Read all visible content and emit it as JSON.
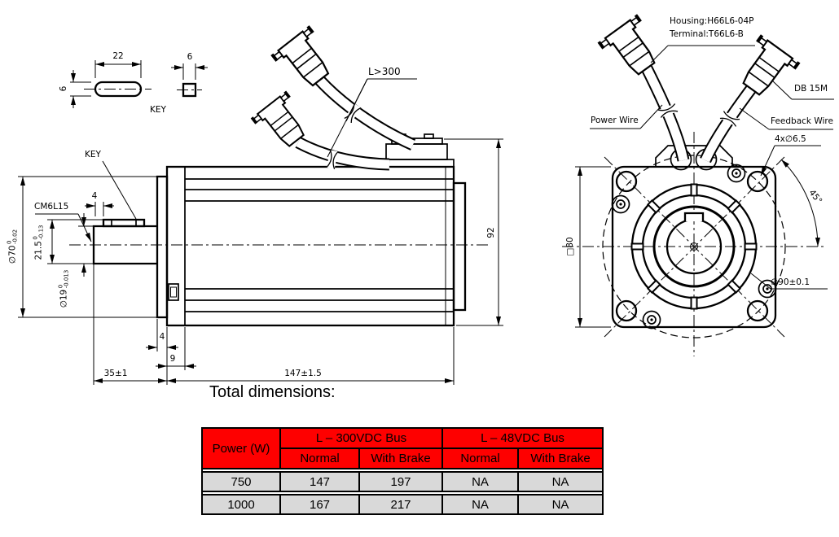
{
  "colors": {
    "header_red": "#fe0000",
    "row_gray": "#d9d9d9",
    "line_black": "#000000"
  },
  "key_view": {
    "dim_width": "22",
    "dim_thickness": "6",
    "dim_section": "6",
    "label": "KEY"
  },
  "side_view": {
    "key_label": "KEY",
    "center_hole": "CM6L15",
    "dim_key_offset": "4",
    "dim_pilot_depth": "4",
    "dim_shoulder": "9",
    "dim_shaft_length": "35±1",
    "dim_body_length": "147±1.5",
    "dim_height": "92",
    "cable_length": "L>300",
    "dia_pilot": {
      "value": "∅70",
      "tol_upper": "0",
      "tol_lower": "-0.02"
    },
    "dim_key_height": {
      "value": "21.5",
      "tol_upper": "0",
      "tol_lower": "-0.13"
    },
    "dia_shaft": {
      "value": "∅19",
      "tol_upper": "0",
      "tol_lower": "-0.013"
    }
  },
  "front_view": {
    "housing_label": "Housing:H66L6-04P",
    "terminal_label": "Terminal:T66L6-B",
    "db_label": "DB 15M",
    "power_wire_label": "Power Wire",
    "feedback_wire_label": "Feedback Wire",
    "mount_holes": "4x∅6.5",
    "angle": "45°",
    "frame_size": "□80",
    "bolt_circle": "∅90±0.1"
  },
  "section_title": "Total dimensions:",
  "table": {
    "power_header": "Power (W)",
    "bus_headers": [
      "L – 300VDC Bus",
      "L – 48VDC Bus"
    ],
    "sub_headers": [
      "Normal",
      "With Brake",
      "Normal",
      "With Brake"
    ],
    "rows": [
      [
        "750",
        "147",
        "197",
        "NA",
        "NA"
      ],
      [
        "1000",
        "167",
        "217",
        "NA",
        "NA"
      ]
    ]
  }
}
